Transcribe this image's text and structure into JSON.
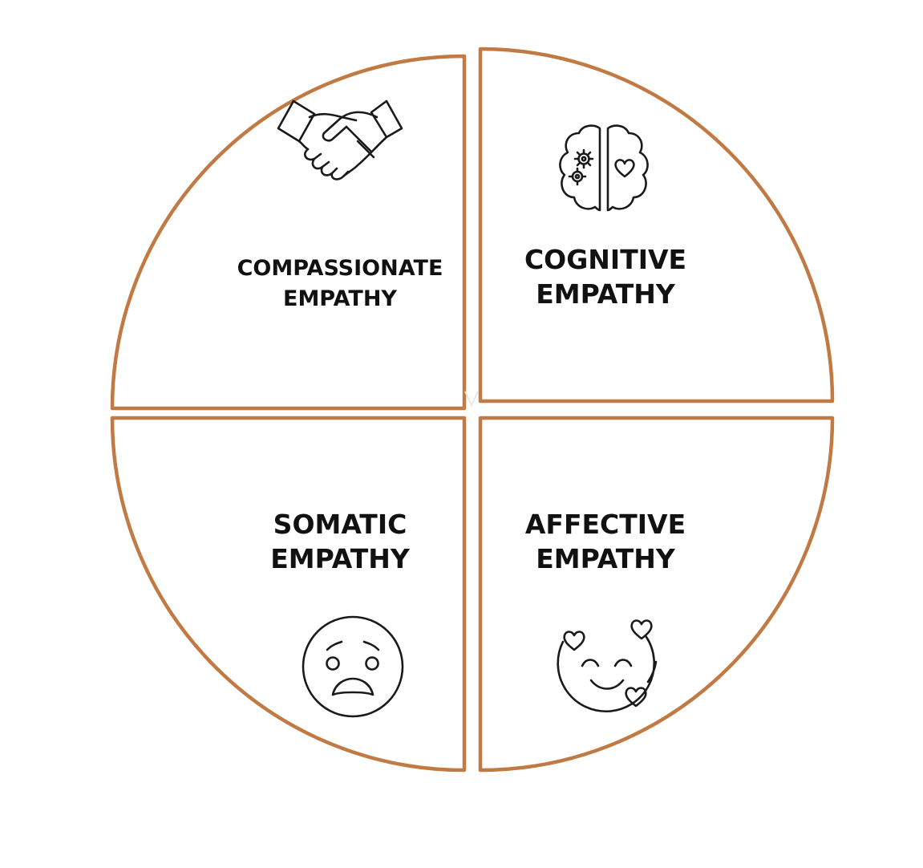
{
  "accent_color": "#C27A45",
  "quadrants": {
    "compassionate": {
      "line1": "COMPASSIONATE",
      "line2": "EMPATHY",
      "icon": "handshake-icon"
    },
    "cognitive": {
      "line1": "COGNITIVE",
      "line2": "EMPATHY",
      "icon": "brain-icon"
    },
    "somatic": {
      "line1": "SOMATIC",
      "line2": "EMPATHY",
      "icon": "worried-face-icon"
    },
    "affective": {
      "line1": "AFFECTIVE",
      "line2": "EMPATHY",
      "icon": "smiling-face-with-hearts-icon"
    }
  }
}
